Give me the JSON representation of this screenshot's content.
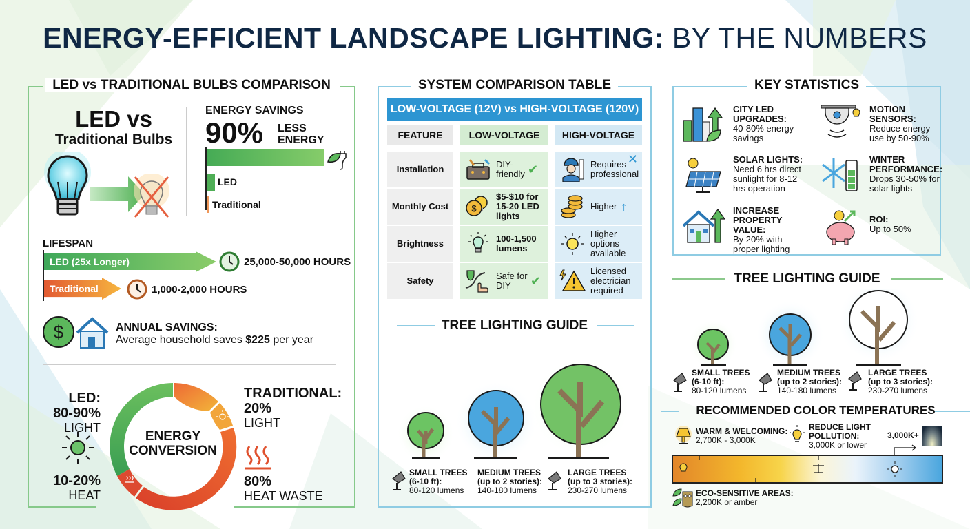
{
  "title": {
    "bold": "ENERGY-EFFICIENT LANDSCAPE LIGHTING:",
    "light": "BY THE NUMBERS"
  },
  "colors": {
    "title": "#0f2744",
    "green": "#4caf50",
    "blue": "#2d95d2",
    "orange": "#e8742c",
    "red": "#e0442c"
  },
  "left_panel": {
    "heading": "LED vs TRADITIONAL BULBS COMPARISON",
    "led_vs": "LED vs",
    "traditional_bulbs": "Traditional Bulbs",
    "energy_savings_title": "ENERGY SAVINGS",
    "energy_savings_value": "90%",
    "energy_savings_unit_1": "LESS",
    "energy_savings_unit_2": "ENERGY",
    "bar_led_label": "LED",
    "bar_traditional_label": "Traditional",
    "lifespan_title": "LIFESPAN",
    "lifespan_led_label": "LED (25x Longer)",
    "lifespan_led_hours": "25,000-50,000 HOURS",
    "lifespan_trad_label": "Traditional",
    "lifespan_trad_hours": "1,000-2,000 HOURS",
    "annual_title": "ANNUAL SAVINGS:",
    "annual_text_pre": "Average household saves ",
    "annual_amount": "$225",
    "annual_text_post": " per year",
    "led_conv_title": "LED:",
    "led_light_pct": "80-90%",
    "led_light_label": "LIGHT",
    "led_heat_pct": "10-20%",
    "led_heat_label": "HEAT",
    "donut_line1": "ENERGY",
    "donut_line2": "CONVERSION",
    "trad_conv_title": "TRADITIONAL:",
    "trad_light_pct": "20%",
    "trad_light_label": "LIGHT",
    "trad_heat_pct": "80%",
    "trad_heat_label": "HEAT WASTE"
  },
  "system_table": {
    "heading": "SYSTEM COMPARISON TABLE",
    "banner": "LOW-VOLTAGE (12V) vs HIGH-VOLTAGE (120V)",
    "headers": [
      "FEATURE",
      "LOW-VOLTAGE",
      "HIGH-VOLTAGE"
    ],
    "rows": [
      {
        "feature": "Installation",
        "low": "DIY-friendly",
        "high": "Requires professional"
      },
      {
        "feature": "Monthly Cost",
        "low": "$5-$10 for 15-20 LED lights",
        "high": "Higher"
      },
      {
        "feature": "Brightness",
        "low": "100-1,500 lumens",
        "high": "Higher options available"
      },
      {
        "feature": "Safety",
        "low": "Safe for DIY",
        "high": "Licensed electrician required"
      }
    ]
  },
  "tree_guide_mid": {
    "heading": "TREE LIGHTING GUIDE",
    "trees": [
      {
        "name": "SMALL TREES",
        "size": "(6-10 ft):",
        "lumens": "80-120 lumens"
      },
      {
        "name": "MEDIUM TREES",
        "size": "(up to 2 stories):",
        "lumens": "140-180 lumens"
      },
      {
        "name": "LARGE TREES",
        "size": "(up to 3 stories):",
        "lumens": "230-270 lumens"
      }
    ]
  },
  "key_stats": {
    "heading": "KEY STATISTICS",
    "items": [
      {
        "title": "CITY LED UPGRADES:",
        "text": "40-80% energy savings"
      },
      {
        "title": "MOTION SENSORS:",
        "text": "Reduce energy use by 50-90%"
      },
      {
        "title": "SOLAR LIGHTS:",
        "text": "Need 6 hrs direct sunlight for 8-12 hrs operation"
      },
      {
        "title": "WINTER PERFORMANCE:",
        "text": "Drops 30-50% for solar lights"
      },
      {
        "title": "INCREASE PROPERTY VALUE:",
        "text": "By 20% with proper lighting"
      },
      {
        "title": "ROI:",
        "text": "Up to 50%"
      }
    ]
  },
  "tree_guide_right": {
    "heading": "TREE LIGHTING GUIDE",
    "trees": [
      {
        "name": "SMALL TREES",
        "size": "(6-10 ft):",
        "lumens": "80-120 lumens"
      },
      {
        "name": "MEDIUM TREES",
        "size": "(up to 2 stories):",
        "lumens": "140-180 lumens"
      },
      {
        "name": "LARGE TREES",
        "size": "(up to 3 stories):",
        "lumens": "230-270 lumens"
      }
    ]
  },
  "color_temps": {
    "heading": "RECOMMENDED COLOR TEMPERATURES",
    "warm_title": "WARM & WELCOMING:",
    "warm_range": "2,700K - 3,000K",
    "pollution_title_1": "REDUCE LIGHT",
    "pollution_title_2": "POLLUTION:",
    "pollution_range": "3,000K or lower",
    "cool_label": "3,000K+",
    "eco_title": "ECO-SENSITIVE AREAS:",
    "eco_range": "2,200K or amber"
  }
}
